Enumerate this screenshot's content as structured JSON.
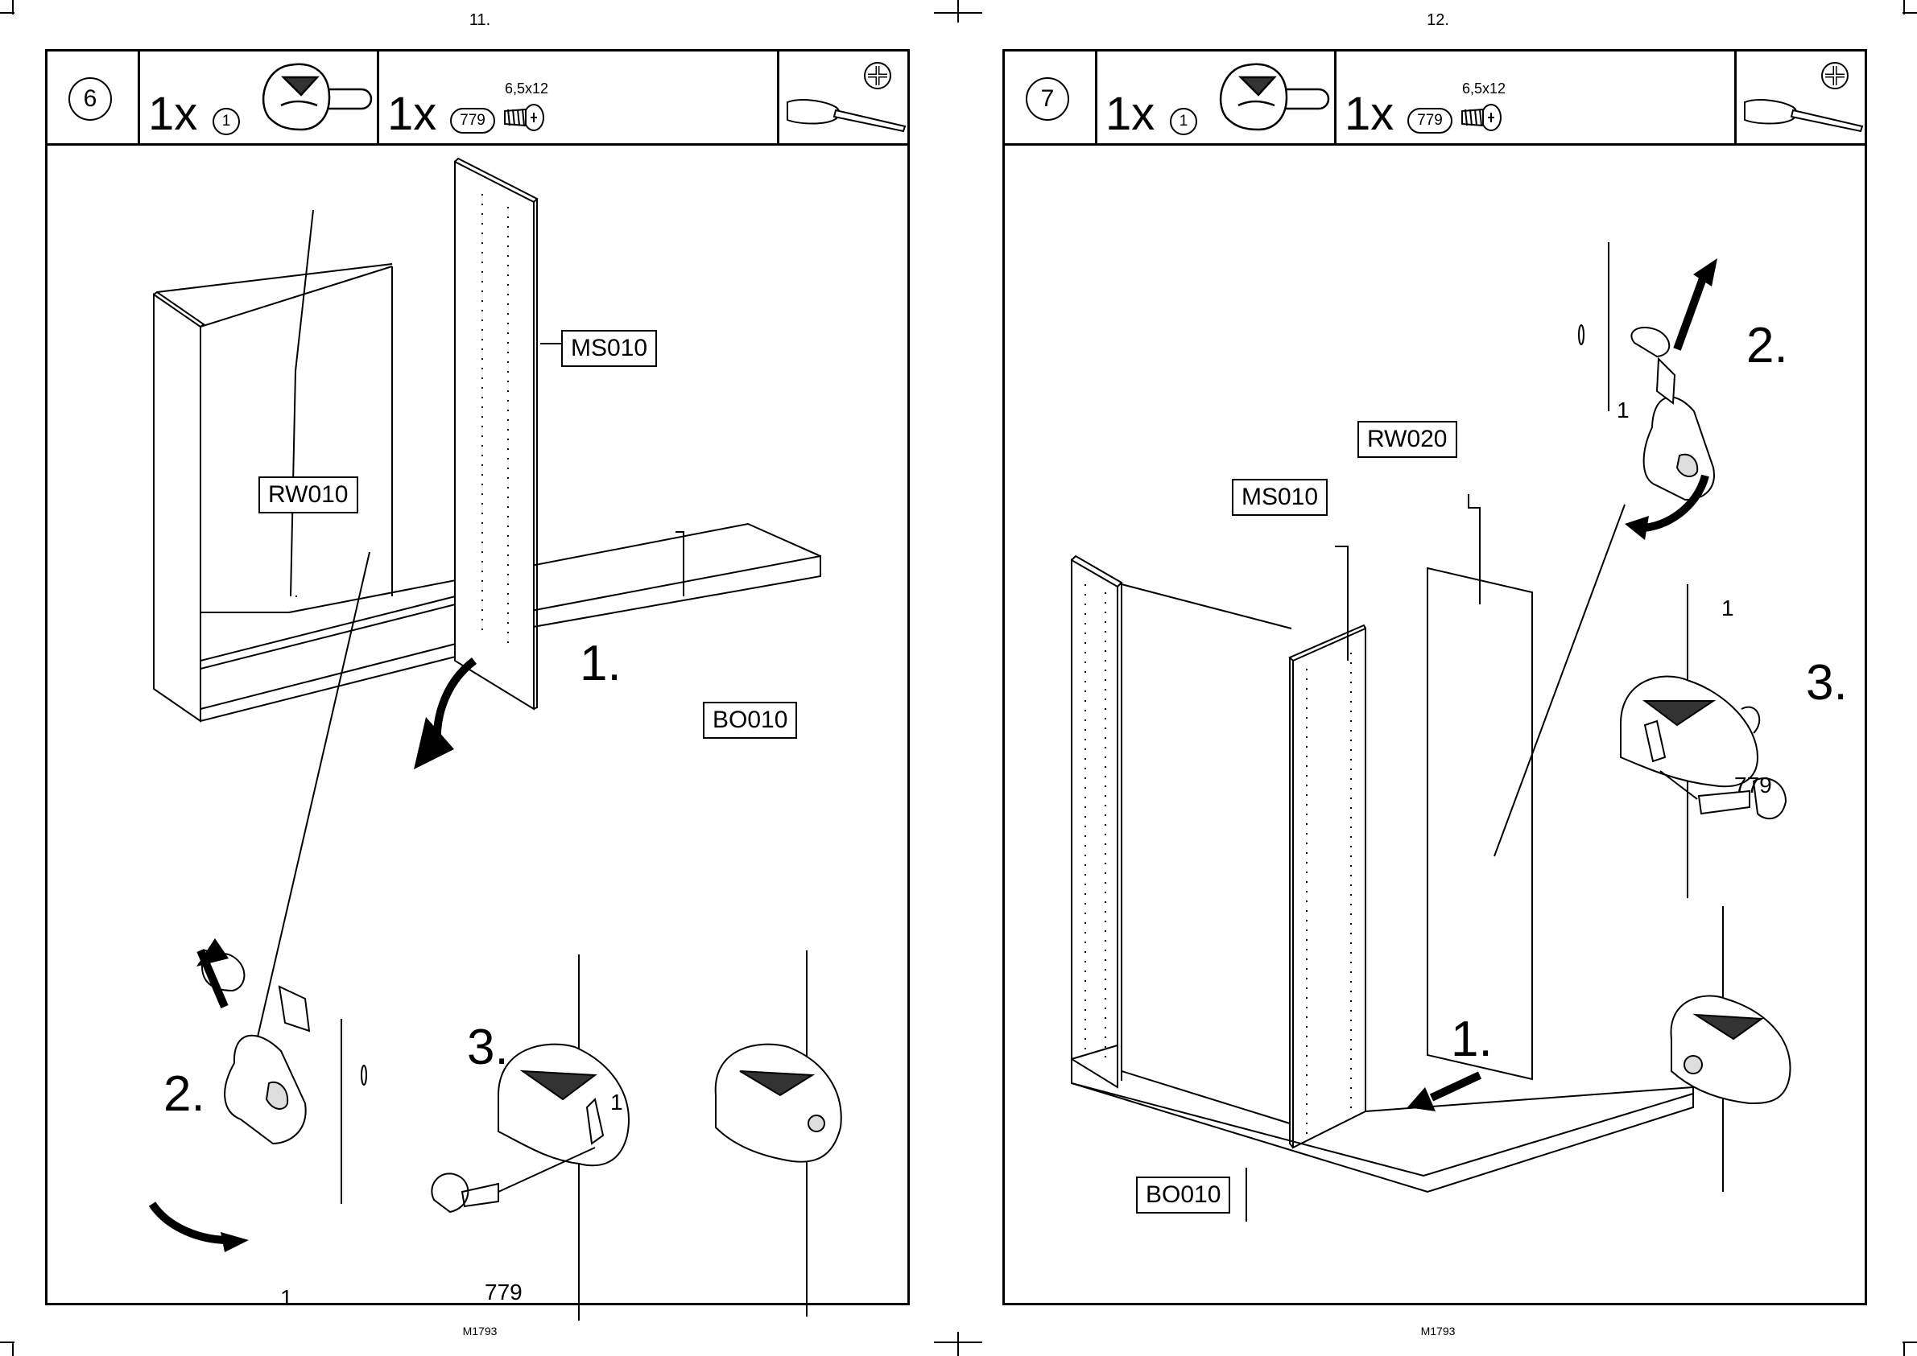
{
  "pages": [
    {
      "page_number": "11.",
      "footer": "M1793",
      "step_number": "6",
      "parts": [
        {
          "qty": "1x",
          "id": "1"
        },
        {
          "qty": "1x",
          "id": "779",
          "size": "6,5x12"
        }
      ],
      "labels": [
        "MS010",
        "RW010",
        "BO010"
      ],
      "steps": [
        "1.",
        "2.",
        "3."
      ],
      "callouts": [
        "1",
        "1",
        "779"
      ]
    },
    {
      "page_number": "12.",
      "footer": "M1793",
      "step_number": "7",
      "parts": [
        {
          "qty": "1x",
          "id": "1"
        },
        {
          "qty": "1x",
          "id": "779",
          "size": "6,5x12"
        }
      ],
      "labels": [
        "RW020",
        "MS010",
        "BO010"
      ],
      "steps": [
        "2.",
        "3.",
        "1."
      ],
      "callouts": [
        "1",
        "1",
        "779"
      ]
    }
  ],
  "icons": [
    "cam-fitting-icon",
    "screw-icon",
    "screwdriver-icon",
    "phillips-head-icon",
    "arrow-icon"
  ]
}
